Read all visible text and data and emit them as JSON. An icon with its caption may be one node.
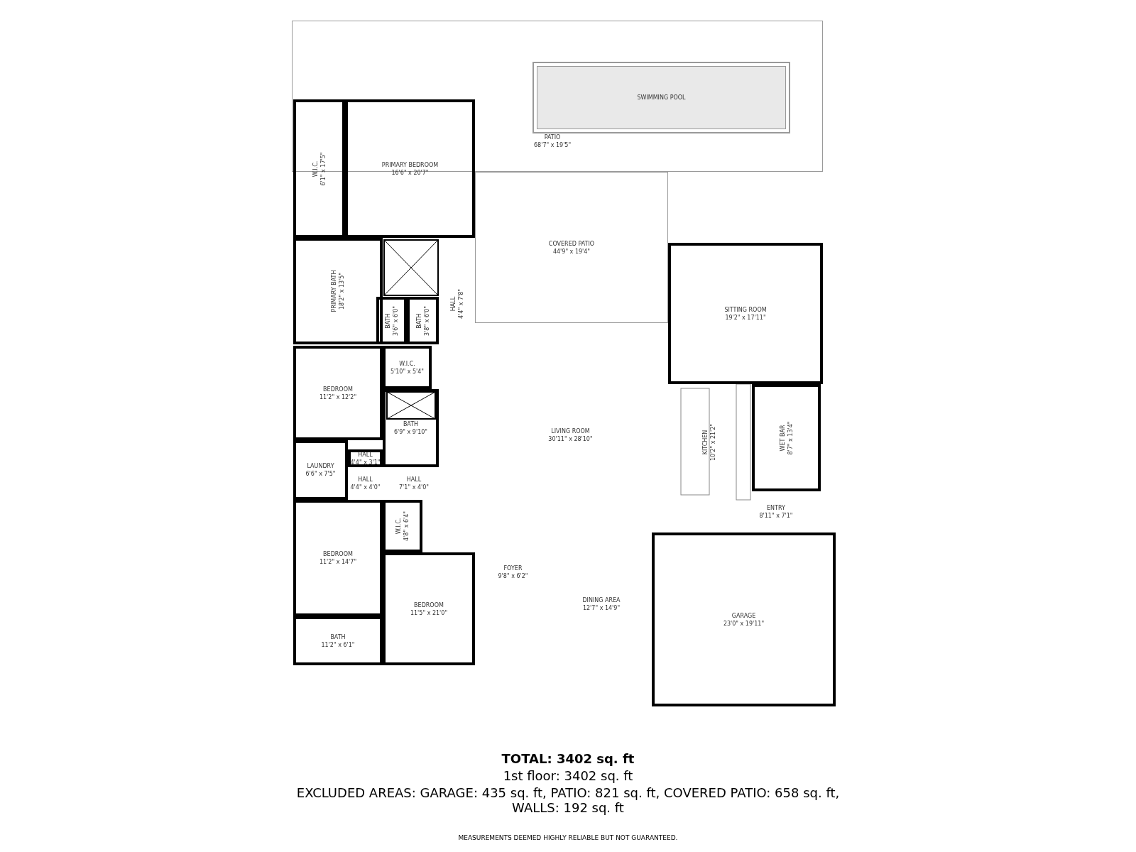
{
  "diagram": {
    "title": "TOTAL: 3402 sq. ft",
    "nodes": [
      {
        "text": [
          "PATIO",
          "68'7\" x 19'5\""
        ]
      },
      {
        "text": [
          "SWIMMING POOL"
        ],
        "in": 0
      },
      {
        "text": [
          "W.I.C.",
          "6'1\" x 17'5\""
        ]
      },
      {
        "text": [
          "PRIMARY BEDROOM",
          "16'6\" x 20'7\""
        ]
      },
      {
        "text": [
          "COVERED PATIO",
          "44'9\" x 19'4\""
        ]
      },
      {
        "text": [
          "PRIMARY BATH",
          "18'2\" x 13'5\""
        ]
      },
      {
        "text": [
          "BATH",
          "3'6\" x 6'0\""
        ]
      },
      {
        "text": [
          "BATH",
          "3'8\" x 6'0\""
        ]
      },
      {
        "text": [
          "HALL",
          "4'4\" x 7'8\""
        ]
      },
      {
        "text": [
          "SITTING ROOM",
          "19'2\" x 17'11\""
        ]
      },
      {
        "text": [
          "BEDROOM",
          "11'2\" x 12'2\""
        ]
      },
      {
        "text": [
          "W.I.C.",
          "5'10\" x 5'4\""
        ]
      },
      {
        "text": [
          "BATH",
          "6'9\" x 9'10\""
        ]
      },
      {
        "text": [
          "HALL",
          "4'4\" x 3'1\""
        ]
      },
      {
        "text": [
          "LAUNDRY",
          "6'6\" x 7'5\""
        ]
      },
      {
        "text": [
          "HALL",
          "4'4\" x 4'0\""
        ]
      },
      {
        "text": [
          "HALL",
          "7'1\" x 4'0\""
        ]
      },
      {
        "text": [
          "LIVING ROOM",
          "30'11\" x 28'10\""
        ]
      },
      {
        "text": [
          "KITCHEN",
          "10'2\" x 21'2\""
        ]
      },
      {
        "text": [
          "WET BAR",
          "8'7\" x 13'4\""
        ]
      },
      {
        "text": [
          "ENTRY",
          "8'11\" x 7'1\""
        ]
      },
      {
        "text": [
          "BEDROOM",
          "11'2\" x 14'7\""
        ]
      },
      {
        "text": [
          "W.I.C.",
          "4'8\" x 6'4\""
        ]
      },
      {
        "text": [
          "BEDROOM",
          "11'5\" x 21'0\""
        ]
      },
      {
        "text": [
          "BATH",
          "11'2\" x 6'1\""
        ]
      },
      {
        "text": [
          "FOYER",
          "9'8\" x 6'2\""
        ]
      },
      {
        "text": [
          "DINING AREA",
          "12'7\" x 14'9\""
        ]
      },
      {
        "text": [
          "GARAGE",
          "23'0\" x 19'11\""
        ]
      }
    ],
    "edges": [],
    "labels": [
      "1st floor: 3402 sq. ft",
      "EXCLUDED AREAS: GARAGE: 435 sq. ft, PATIO: 821 sq. ft, COVERED PATIO: 658 sq. ft, WALLS: 192 sq. ft",
      "MEASUREMENTS DEEMED HIGHLY RELIABLE BUT NOT GUARANTEED."
    ]
  }
}
